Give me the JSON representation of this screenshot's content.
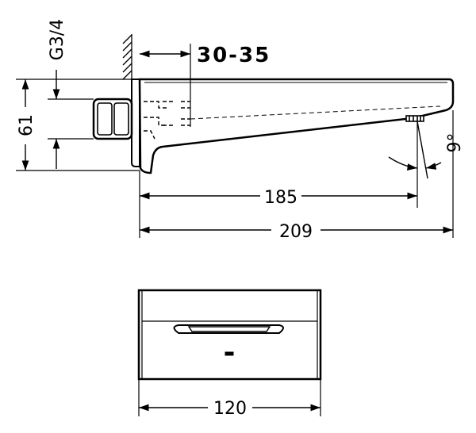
{
  "dimensions": {
    "wall_depth": "30-35",
    "thread": "G3/4",
    "height": "61",
    "spout_reach": "185",
    "total_length": "209",
    "width": "120",
    "angle": "9°"
  }
}
